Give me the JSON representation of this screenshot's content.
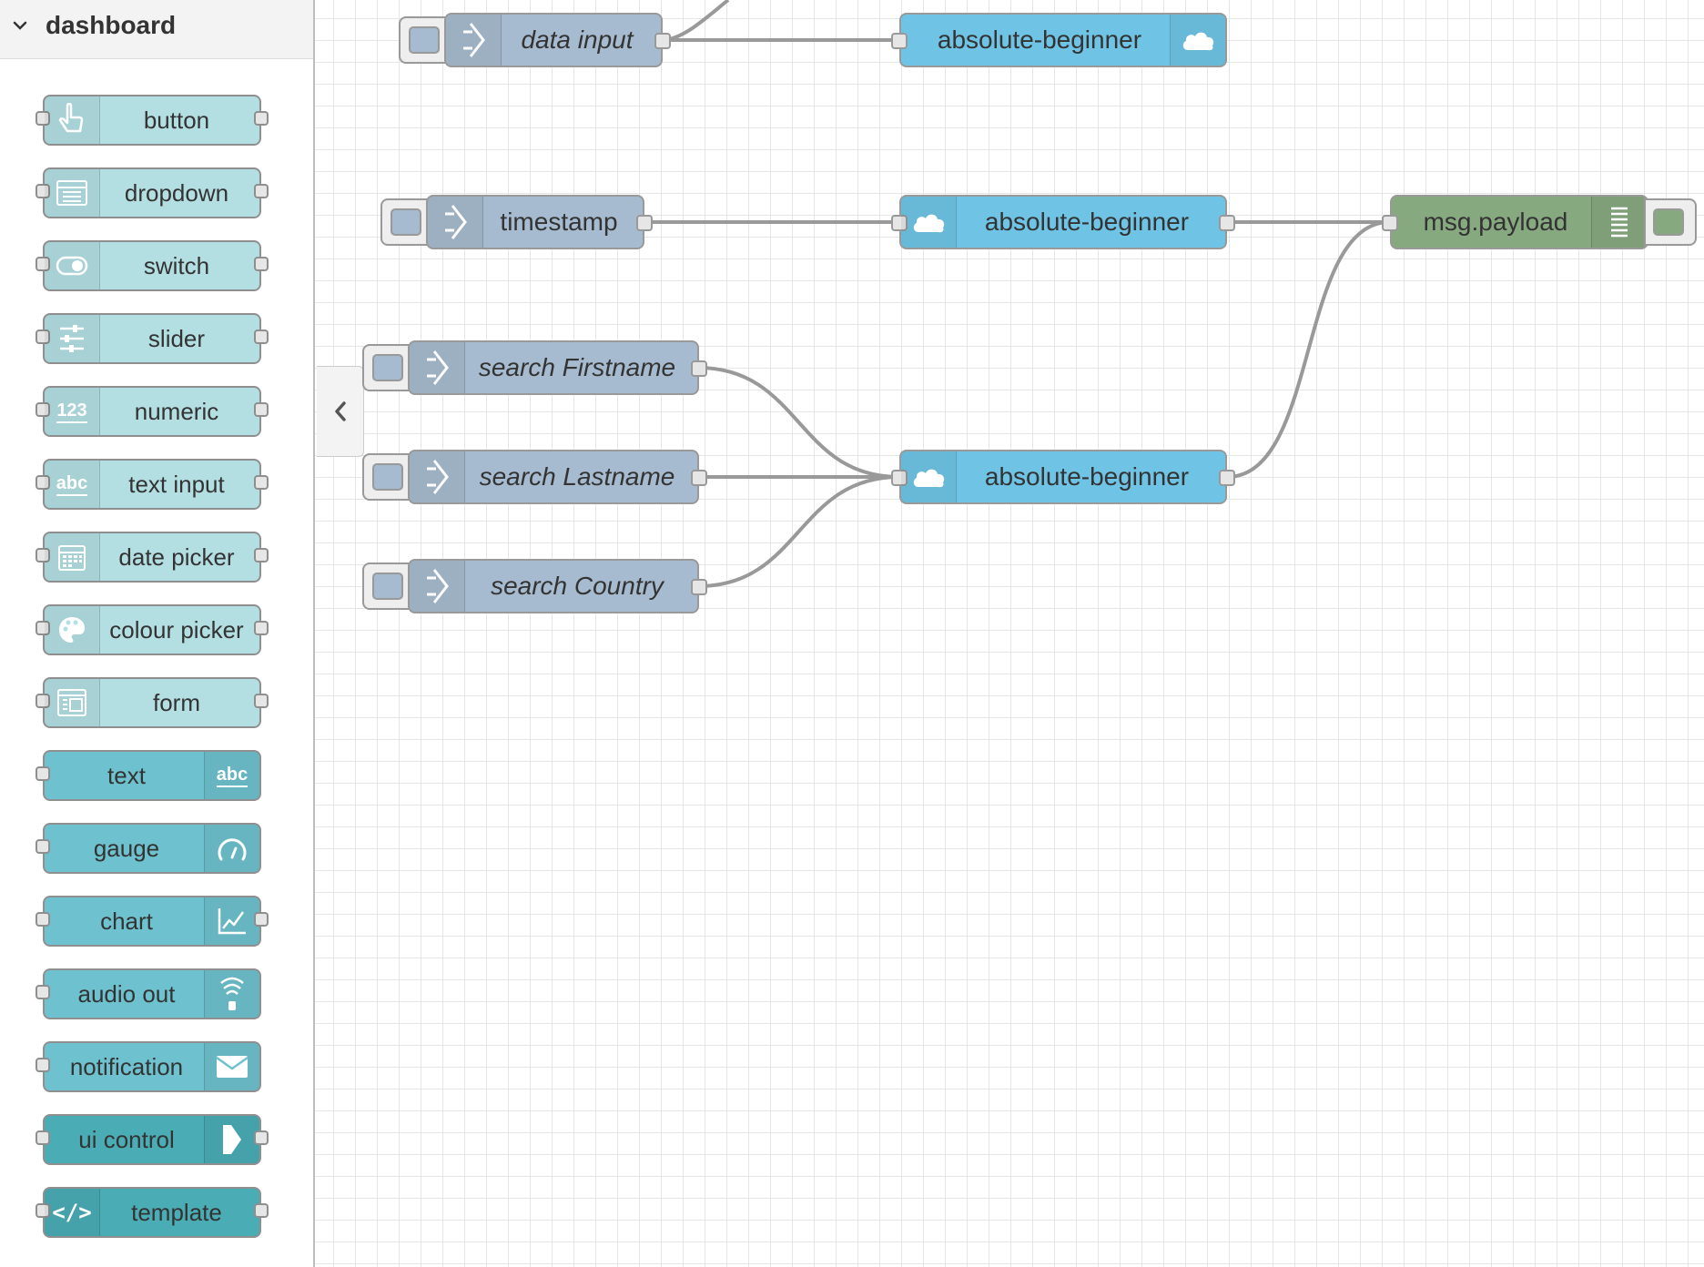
{
  "palette": {
    "category_title": "dashboard",
    "colors": {
      "input_nodes": "#b3dfe3",
      "output_nodes": "#6ec1ce",
      "control_nodes": "#4aacb5"
    },
    "nodes": [
      {
        "label": "button",
        "icon": "hand-pointer-icon"
      },
      {
        "label": "dropdown",
        "icon": "list-icon"
      },
      {
        "label": "switch",
        "icon": "toggle-icon"
      },
      {
        "label": "slider",
        "icon": "sliders-icon"
      },
      {
        "label": "numeric",
        "icon": "numeric-123-icon",
        "icon_text": "123"
      },
      {
        "label": "text input",
        "icon": "text-abc-icon",
        "icon_text": "abc"
      },
      {
        "label": "date picker",
        "icon": "calendar-icon"
      },
      {
        "label": "colour picker",
        "icon": "palette-icon"
      },
      {
        "label": "form",
        "icon": "form-icon"
      },
      {
        "label": "text",
        "icon": "text-abc-icon",
        "icon_text": "abc"
      },
      {
        "label": "gauge",
        "icon": "gauge-icon"
      },
      {
        "label": "chart",
        "icon": "line-chart-icon"
      },
      {
        "label": "audio out",
        "icon": "audio-icon"
      },
      {
        "label": "notification",
        "icon": "envelope-icon"
      },
      {
        "label": "ui control",
        "icon": "arrow-right-icon"
      },
      {
        "label": "template",
        "icon": "code-icon",
        "icon_text": "</>"
      }
    ]
  },
  "flow": {
    "colors": {
      "inject": "#a6bbcf",
      "cloud": "#6fc4e6",
      "debug": "#87a980",
      "wire": "#999999"
    },
    "nodes": {
      "inject_data_input": {
        "label": "data input",
        "type": "inject",
        "icon": "inject-arrow-icon"
      },
      "inject_timestamp": {
        "label": "timestamp",
        "type": "inject",
        "icon": "inject-arrow-icon"
      },
      "inject_firstname": {
        "label": "search Firstname",
        "type": "inject",
        "icon": "inject-arrow-icon"
      },
      "inject_lastname": {
        "label": "search Lastname",
        "type": "inject",
        "icon": "inject-arrow-icon"
      },
      "inject_country": {
        "label": "search Country",
        "type": "inject",
        "icon": "inject-arrow-icon"
      },
      "cloud_1": {
        "label": "absolute-beginner",
        "type": "cloud",
        "icon": "cloud-icon"
      },
      "cloud_2": {
        "label": "absolute-beginner",
        "type": "cloud",
        "icon": "cloud-icon"
      },
      "cloud_3": {
        "label": "absolute-beginner",
        "type": "cloud",
        "icon": "cloud-icon"
      },
      "debug": {
        "label": "msg.payload",
        "type": "debug",
        "icon": "debug-list-icon"
      }
    },
    "wires": [
      [
        "inject_data_input",
        "cloud_1"
      ],
      [
        "inject_timestamp",
        "cloud_2"
      ],
      [
        "cloud_2",
        "debug"
      ],
      [
        "inject_firstname",
        "cloud_3"
      ],
      [
        "inject_lastname",
        "cloud_3"
      ],
      [
        "inject_country",
        "cloud_3"
      ],
      [
        "cloud_3",
        "debug"
      ]
    ]
  }
}
